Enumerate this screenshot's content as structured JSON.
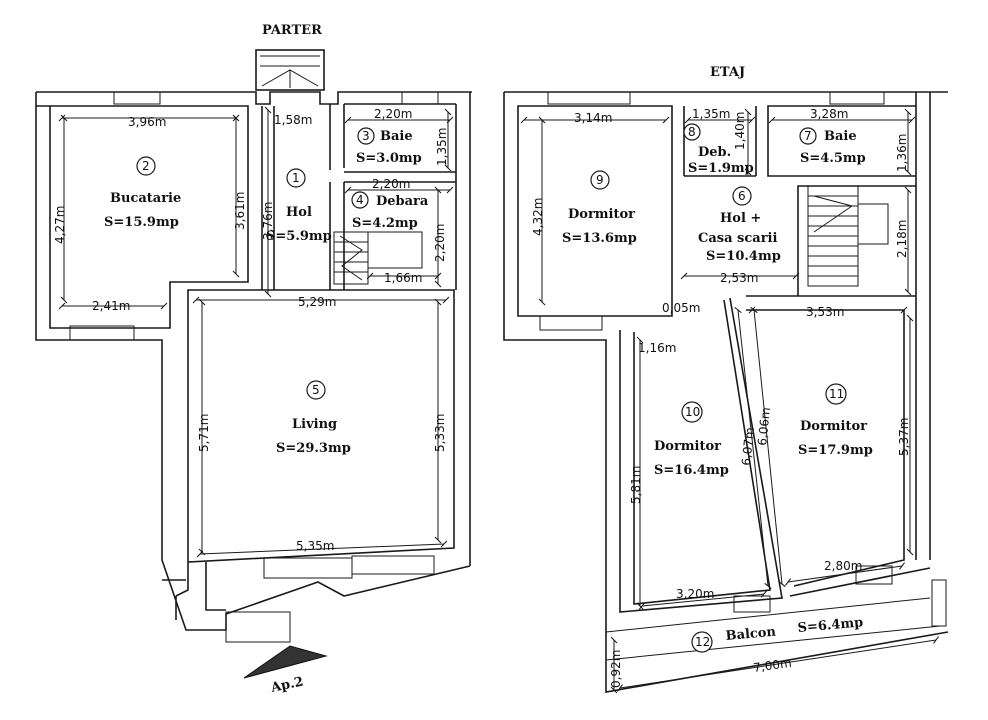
{
  "floors": {
    "ground": {
      "title": "PARTER",
      "entrance": "Ap.2"
    },
    "upper": {
      "title": "ETAJ"
    }
  },
  "rooms": {
    "r1": {
      "num": "1",
      "name": "Hol",
      "area": "S=5.9mp"
    },
    "r2": {
      "num": "2",
      "name": "Bucatarie",
      "area": "S=15.9mp"
    },
    "r3": {
      "num": "3",
      "name": "Baie",
      "area": "S=3.0mp"
    },
    "r4": {
      "num": "4",
      "name": "Debara",
      "area": "S=4.2mp"
    },
    "r5": {
      "num": "5",
      "name": "Living",
      "area": "S=29.3mp"
    },
    "r6": {
      "num": "6",
      "name": "Hol +",
      "name2": "Casa scarii",
      "area": "S=10.4mp"
    },
    "r7": {
      "num": "7",
      "name": "Baie",
      "area": "S=4.5mp"
    },
    "r8": {
      "num": "8",
      "name": "Deb.",
      "area": "S=1.9mp"
    },
    "r9": {
      "num": "9",
      "name": "Dormitor",
      "area": "S=13.6mp"
    },
    "r10": {
      "num": "10",
      "name": "Dormitor",
      "area": "S=16.4mp"
    },
    "r11": {
      "num": "11",
      "name": "Dormitor",
      "area": "S=17.9mp"
    },
    "r12": {
      "num": "12",
      "name": "Balcon",
      "area": "S=6.4mp"
    }
  },
  "dims": {
    "d396": "3,96m",
    "d427": "4,27m",
    "d361": "3,61m",
    "d241": "2,41m",
    "d158": "1,58m",
    "d376": "3,76m",
    "d220a": "2,20m",
    "d135a": "1,35m",
    "d220b": "2,20m",
    "d220c": "2,20m",
    "d166": "1,66m",
    "d529": "5,29m",
    "d571": "5,71m",
    "d533": "5,33m",
    "d535": "5,35m",
    "d314": "3,14m",
    "d432": "4,32m",
    "d135b": "1,35m",
    "d140": "1,40m",
    "d328": "3,28m",
    "d136": "1,36m",
    "d218": "2,18m",
    "d253": "2,53m",
    "d005": "0,05m",
    "d353": "3,53m",
    "d116": "1,16m",
    "d581": "5,81m",
    "d607": "6,07m",
    "d606": "6,06m",
    "d537": "5,37m",
    "d320": "3,20m",
    "d280": "2,80m",
    "d092": "0,92m",
    "d700": "7,00m"
  }
}
